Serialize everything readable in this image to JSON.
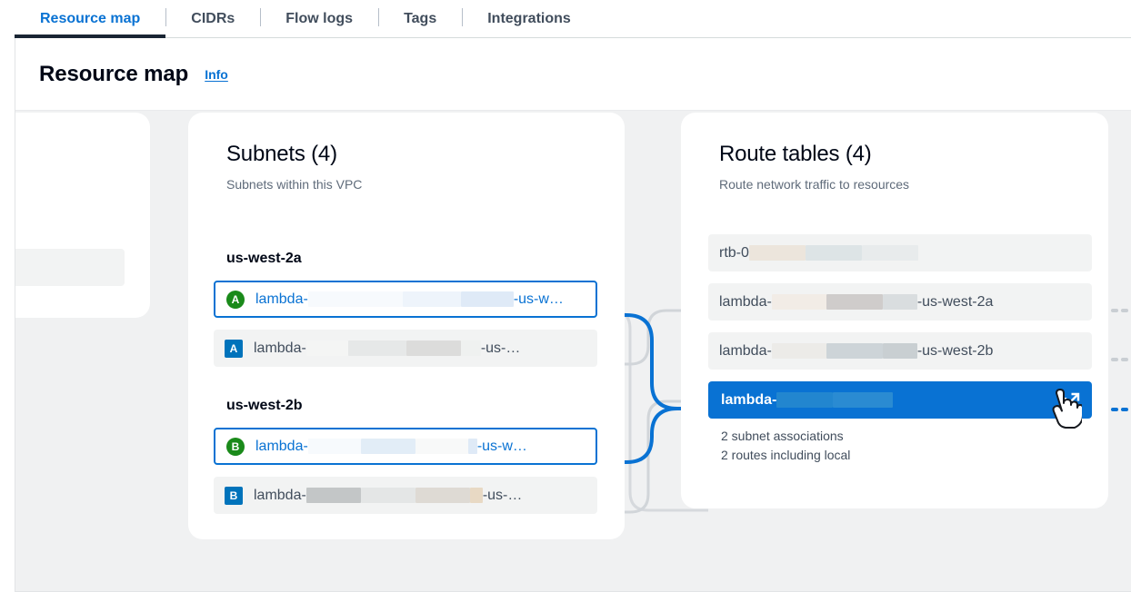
{
  "tabs": [
    {
      "label": "Resource map",
      "active": true
    },
    {
      "label": "CIDRs",
      "active": false
    },
    {
      "label": "Flow logs",
      "active": false
    },
    {
      "label": "Tags",
      "active": false
    },
    {
      "label": "Integrations",
      "active": false
    }
  ],
  "header": {
    "title": "Resource map",
    "info_label": "Info"
  },
  "subnets_card": {
    "title": "Subnets (4)",
    "subtitle": "Subnets within this VPC",
    "groups": [
      {
        "az": "us-west-2a",
        "rows": [
          {
            "badge": "A",
            "badge_style": "green",
            "prefix": "lambda-",
            "suffix": "-us-w…",
            "state": "selected"
          },
          {
            "badge": "A",
            "badge_style": "blue",
            "prefix": "lambda-",
            "suffix": "-us-…",
            "state": "plain"
          }
        ]
      },
      {
        "az": "us-west-2b",
        "rows": [
          {
            "badge": "B",
            "badge_style": "green",
            "prefix": "lambda-",
            "suffix": "-us-w…",
            "state": "selected"
          },
          {
            "badge": "B",
            "badge_style": "blue",
            "prefix": "lambda-",
            "suffix": "-us-…",
            "state": "plain"
          }
        ]
      }
    ]
  },
  "route_tables_card": {
    "title": "Route tables (4)",
    "subtitle": "Route network traffic to resources",
    "rows": [
      {
        "prefix": "rtb-0",
        "suffix": "",
        "state": "plain"
      },
      {
        "prefix": "lambda-",
        "suffix": "-us-west-2a",
        "state": "plain"
      },
      {
        "prefix": "lambda-",
        "suffix": "-us-west-2b",
        "state": "plain"
      },
      {
        "prefix": "lambda-",
        "suffix": "",
        "state": "selected",
        "icon": "external-link-icon",
        "meta": [
          "2 subnet associations",
          "2 routes including local"
        ]
      }
    ]
  },
  "colors": {
    "accent": "#0972d3",
    "active_tab_underline": "#192534",
    "canvas": "#f0f1f2",
    "row_plain": "#f2f3f3",
    "badge_green": "#1a8a1a",
    "badge_blue": "#0073bb",
    "connector_grey": "#d1d5d9"
  }
}
